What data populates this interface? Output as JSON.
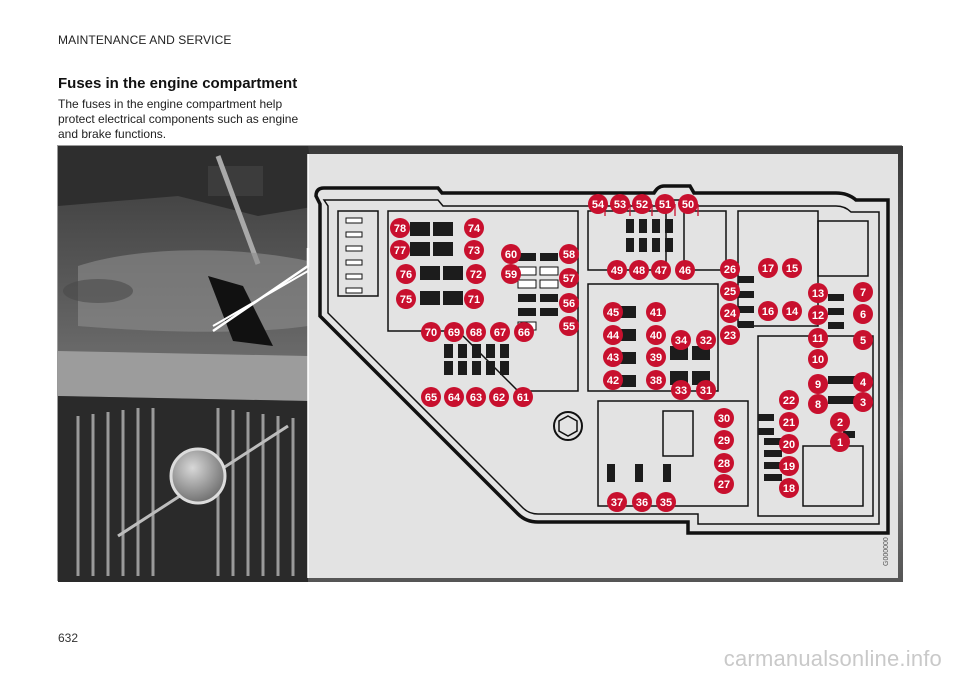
{
  "page": {
    "section_header": "MAINTENANCE AND SERVICE",
    "title": "Fuses in the engine compartment",
    "intro": "The fuses in the engine compartment help protect electrical components such as engine and brake functions.",
    "page_number": "632",
    "figure_code": "G000000",
    "watermark": "carmanualsonline.info"
  },
  "fuses": [
    "1",
    "2",
    "3",
    "4",
    "5",
    "6",
    "7",
    "8",
    "9",
    "10",
    "11",
    "12",
    "13",
    "14",
    "15",
    "16",
    "17",
    "18",
    "19",
    "20",
    "21",
    "22",
    "23",
    "24",
    "25",
    "26",
    "27",
    "28",
    "29",
    "30",
    "31",
    "32",
    "33",
    "34",
    "35",
    "36",
    "37",
    "38",
    "39",
    "40",
    "41",
    "42",
    "43",
    "44",
    "45",
    "46",
    "47",
    "48",
    "49",
    "50",
    "51",
    "52",
    "53",
    "54",
    "55",
    "56",
    "57",
    "58",
    "59",
    "60",
    "61",
    "62",
    "63",
    "64",
    "65",
    "66",
    "67",
    "68",
    "69",
    "70",
    "71",
    "72",
    "73",
    "74",
    "75",
    "76",
    "77",
    "78"
  ],
  "colors": {
    "callout": "#c8102e",
    "diagram_bg": "#e3e3e3",
    "outline": "#111111",
    "fuse": "#1c1c1c"
  }
}
